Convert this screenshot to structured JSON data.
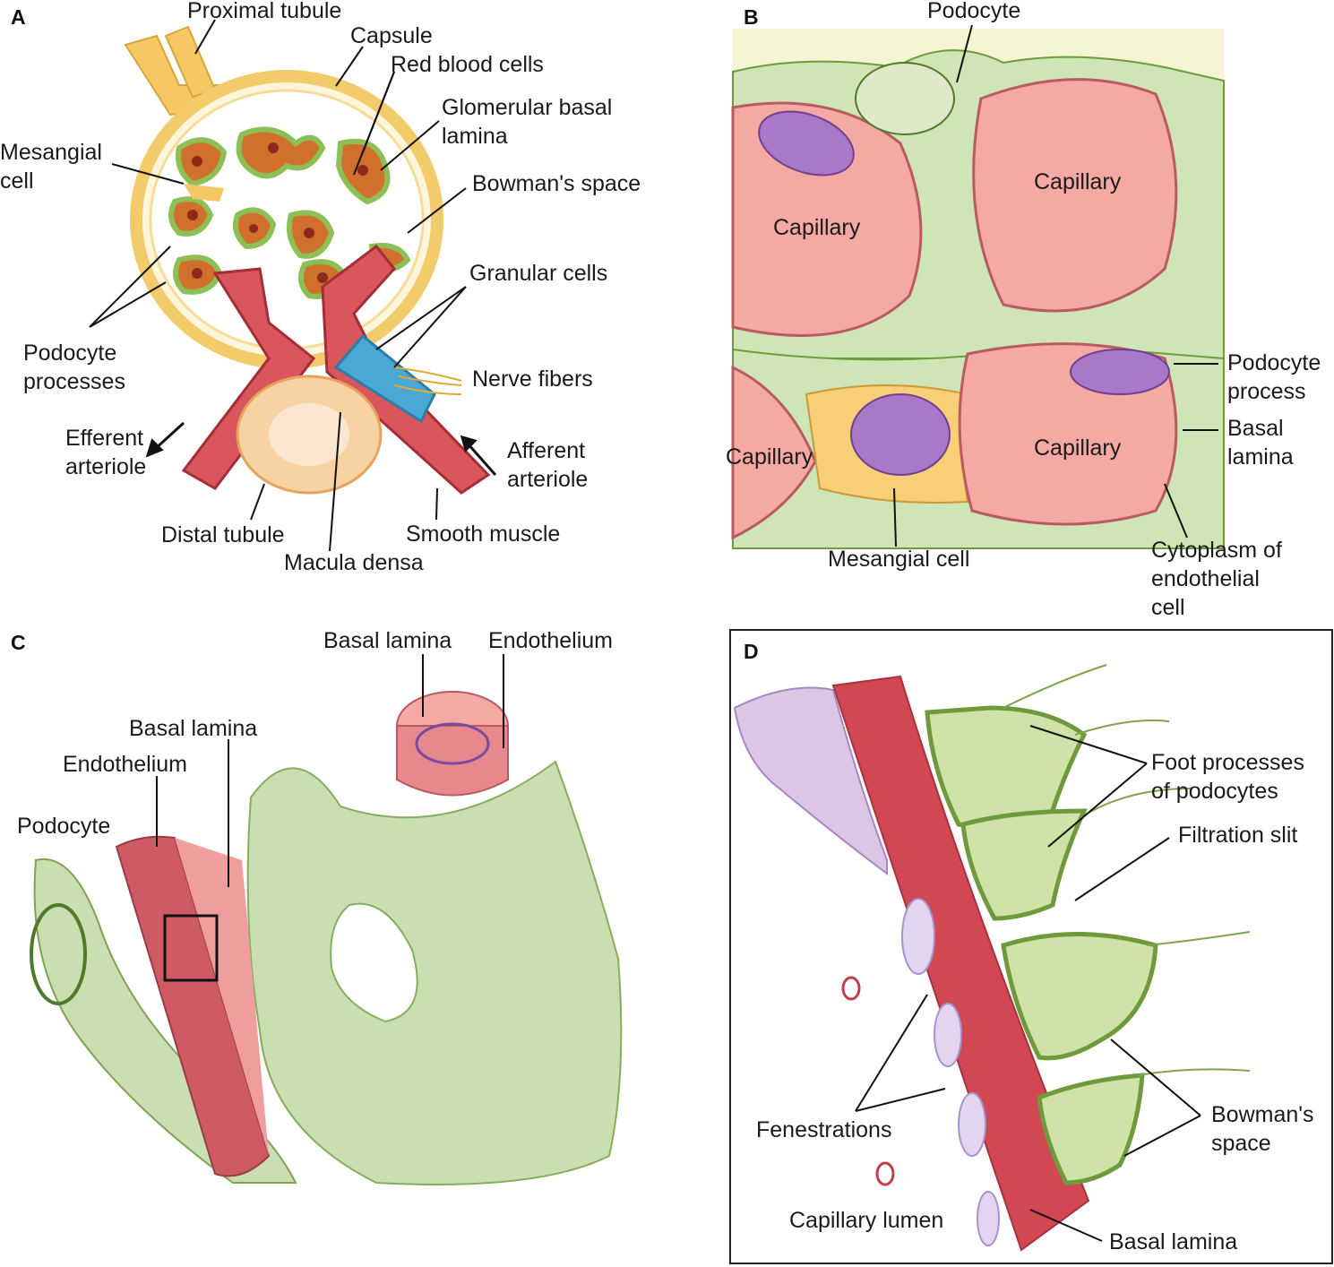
{
  "panels": {
    "a": {
      "letter": "A",
      "labels": {
        "proximal_tubule": "Proximal tubule",
        "capsule": "Capsule",
        "red_blood_cells": "Red blood cells",
        "glomerular_basal_lamina_1": "Glomerular basal",
        "glomerular_basal_lamina_2": "lamina",
        "mesangial_cell_1": "Mesangial",
        "mesangial_cell_2": "cell",
        "bowmans_space": "Bowman's space",
        "granular_cells": "Granular cells",
        "podocyte_processes_1": "Podocyte",
        "podocyte_processes_2": "processes",
        "nerve_fibers": "Nerve fibers",
        "efferent_arteriole_1": "Efferent",
        "efferent_arteriole_2": "arteriole",
        "afferent_arteriole_1": "Afferent",
        "afferent_arteriole_2": "arteriole",
        "distal_tubule": "Distal tubule",
        "smooth_muscle": "Smooth muscle",
        "macula_densa": "Macula densa"
      }
    },
    "b": {
      "letter": "B",
      "labels": {
        "podocyte": "Podocyte",
        "capillary_top_left": "Capillary",
        "capillary_top_right": "Capillary",
        "capillary_bottom_left": "Capillary",
        "capillary_bottom_right": "Capillary",
        "podocyte_process_1": "Podocyte",
        "podocyte_process_2": "process",
        "basal_lamina_1": "Basal",
        "basal_lamina_2": "lamina",
        "mesangial_cell": "Mesangial cell",
        "cytoplasm_1": "Cytoplasm of",
        "cytoplasm_2": "endothelial",
        "cytoplasm_3": "cell"
      }
    },
    "c": {
      "letter": "C",
      "labels": {
        "basal_lamina_top": "Basal lamina",
        "endothelium_top": "Endothelium",
        "basal_lamina_left": "Basal lamina",
        "endothelium_left": "Endothelium",
        "podocyte": "Podocyte"
      }
    },
    "d": {
      "letter": "D",
      "labels": {
        "foot_processes_1": "Foot processes",
        "foot_processes_2": "of podocytes",
        "filtration_slit": "Filtration slit",
        "bowmans_space_1": "Bowman's",
        "bowmans_space_2": "space",
        "fenestrations": "Fenestrations",
        "capillary_lumen": "Capillary lumen",
        "basal_lamina": "Basal lamina"
      }
    }
  },
  "colors": {
    "capillary_fill": "#f4a9a3",
    "podocyte_green": "#cfe5b6",
    "podocyte_dark": "#6f9a3c",
    "nucleus_purple": "#a979c7",
    "vessel_red": "#cf4a52",
    "tubule_yellow": "#f6c863",
    "granular_blue": "#49a8d4",
    "panel_bg_b": "#f5f4d3"
  }
}
